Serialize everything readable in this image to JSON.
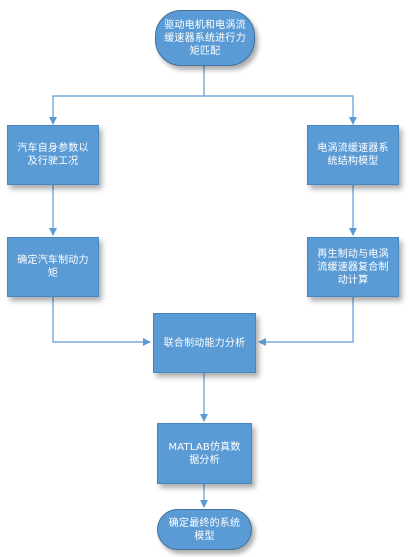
{
  "diagram": {
    "title": "",
    "colors": {
      "node_fill": "#5b9bd5",
      "node_border": "#4a86be",
      "arrow": "#5b9bd5"
    },
    "nodes": {
      "start": "驱动电机和电涡流缓速器系统进行力矩匹配",
      "left_1": "汽车自身参数以及行驶工况",
      "right_1": "电涡流缓速器系统结构模型",
      "left_2": "确定汽车制动力矩",
      "right_2": "再生制动与电涡流缓速器复合制动计算",
      "merge": "联合制动能力分析",
      "analysis": "MATLAB仿真数据分析",
      "end": "确定最终的系统模型"
    },
    "edges": [
      {
        "from": "start",
        "to": "left_1"
      },
      {
        "from": "start",
        "to": "right_1"
      },
      {
        "from": "left_1",
        "to": "left_2"
      },
      {
        "from": "right_1",
        "to": "right_2"
      },
      {
        "from": "left_2",
        "to": "merge"
      },
      {
        "from": "right_2",
        "to": "merge"
      },
      {
        "from": "merge",
        "to": "analysis"
      },
      {
        "from": "analysis",
        "to": "end"
      }
    ]
  }
}
